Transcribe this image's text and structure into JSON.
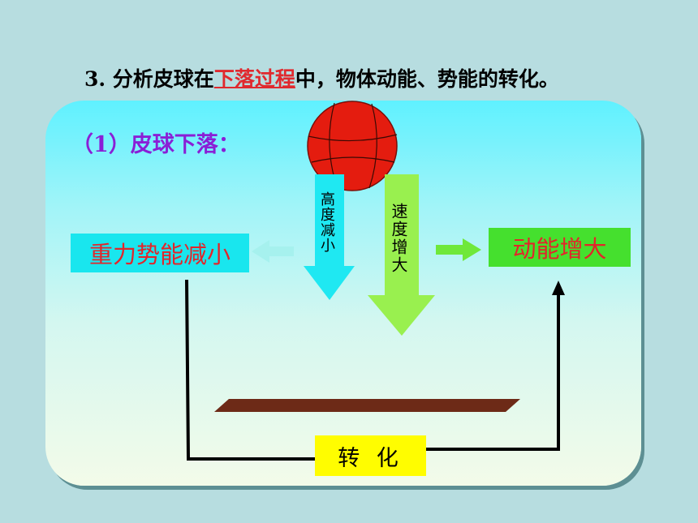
{
  "title": {
    "prefix": "3. 分析皮球在",
    "link": "下落过程",
    "suffix": "中，物体动能、势能的转化。"
  },
  "subtitle": "（1）皮球下落：",
  "labels": {
    "height": "高度减小",
    "speed": "速度增大",
    "potential": "重力势能减小",
    "kinetic": "动能增大",
    "conversion": "转 化"
  },
  "colors": {
    "ball": "#e41c0f",
    "height_arrow": "#1fe8f2",
    "speed_arrow": "#99f04f",
    "side_arrow": "#a6f1ee",
    "right_arrow": "#6fe83a",
    "ground": "#6d2a17"
  }
}
